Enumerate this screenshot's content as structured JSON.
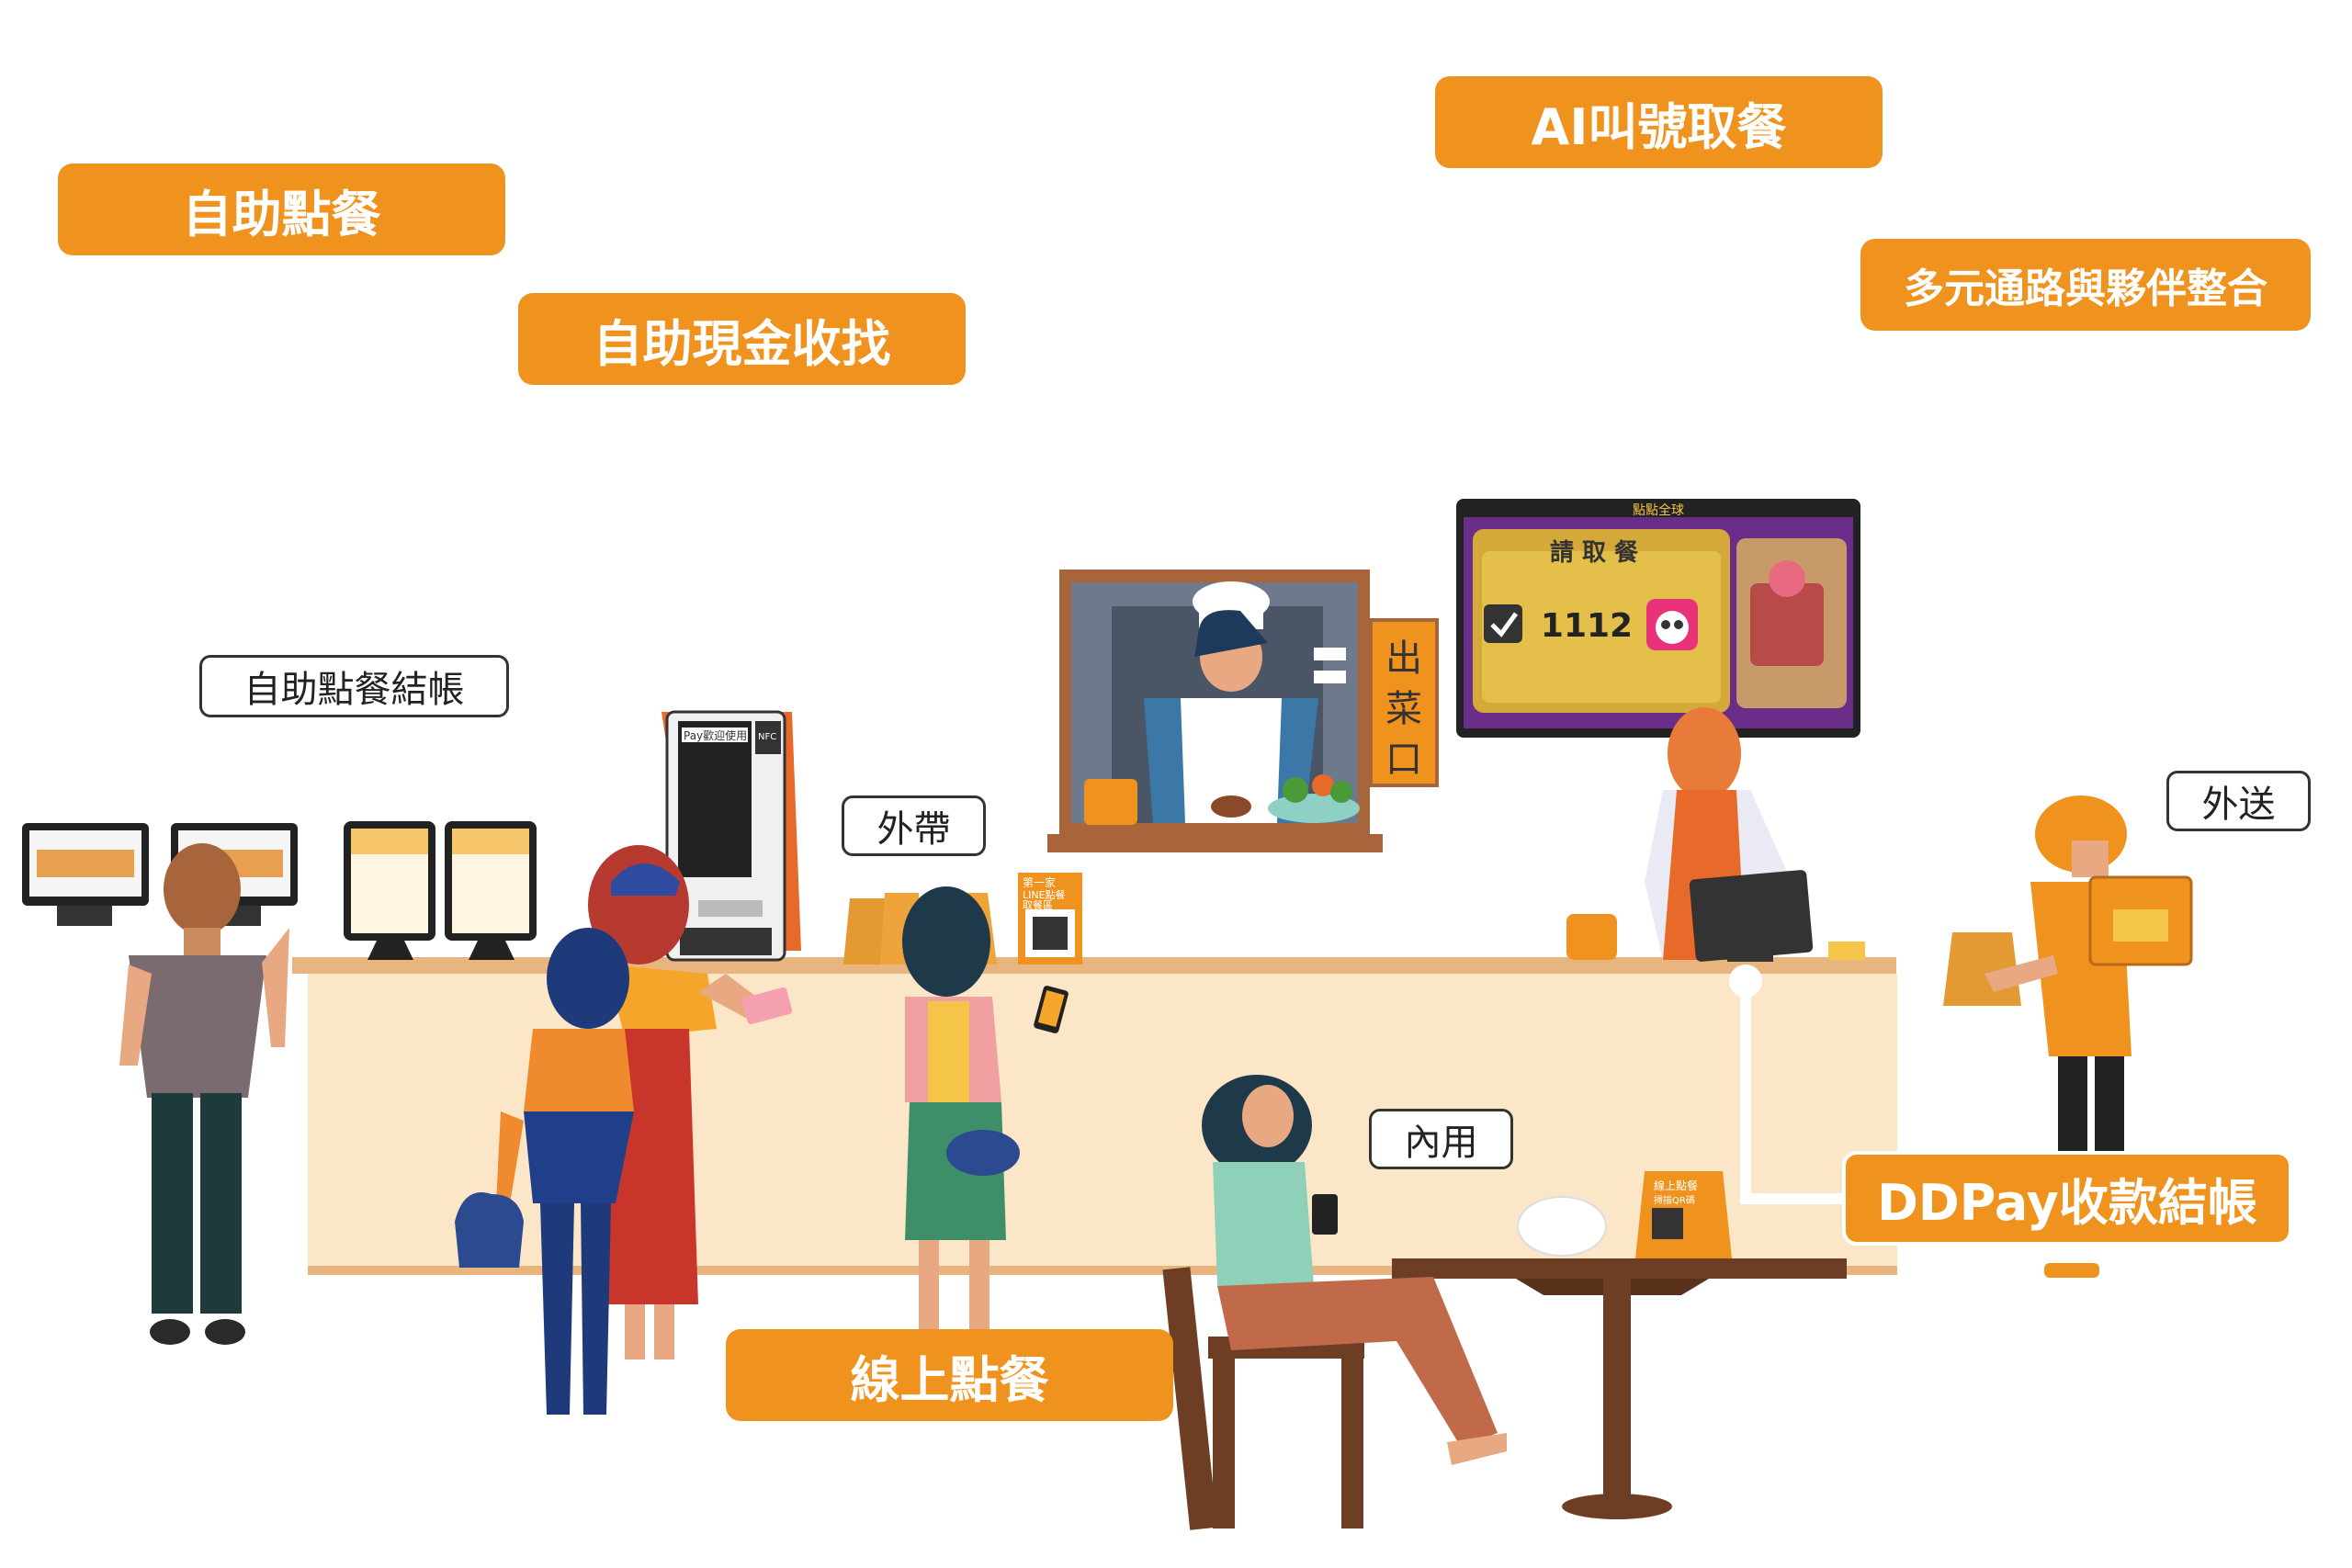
{
  "features": {
    "self_order": "自助點餐",
    "self_cash": "自助現金收找",
    "ai_call": "AI叫號取餐",
    "multi_channel": "多元通路與夥伴整合",
    "online_order": "線上點餐",
    "ddpay_checkout": "DDPay收款結帳"
  },
  "zones": {
    "self_checkout": "自助點餐結帳",
    "takeout": "外帶",
    "delivery": "外送",
    "dine_in": "內用"
  },
  "window_sign": [
    "出",
    "菜",
    "口"
  ],
  "call_screen": {
    "header": "點點全球",
    "title": "請 取 餐",
    "number": "1112"
  },
  "kiosk": {
    "welcome": "Pay歡迎使用",
    "nfc": "NFC"
  },
  "counter_sign": {
    "brand": "第一家",
    "line": "LINE點餐",
    "pickup": "取餐區"
  },
  "table_sign": {
    "line1": "線上點餐",
    "line2": "掃描QR碼"
  },
  "colors": {
    "accent": "#F0931E",
    "counter": "#FCE6C8",
    "dark": "#333333"
  }
}
